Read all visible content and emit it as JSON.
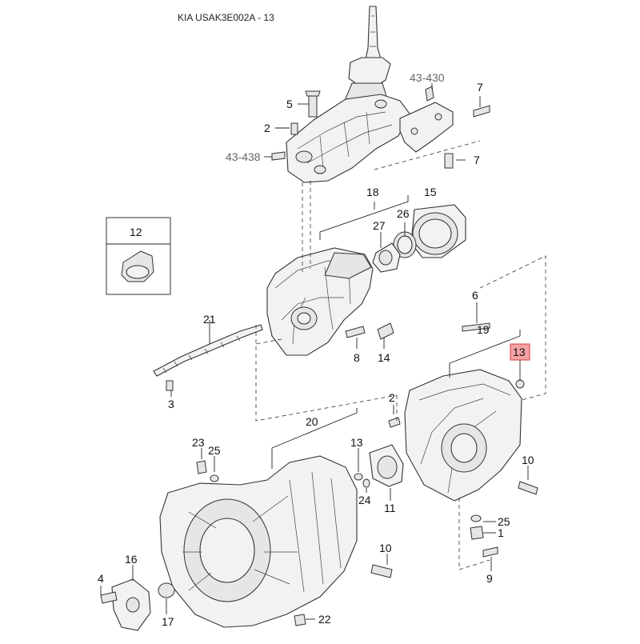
{
  "diagram": {
    "title": "KIA USAK3E002A - 13",
    "highlight_color": "#f4a3a3",
    "callouts": [
      {
        "id": "c-43-430",
        "text": "43-430",
        "ref": true
      },
      {
        "id": "c-7a",
        "text": "7"
      },
      {
        "id": "c-5",
        "text": "5"
      },
      {
        "id": "c-2a",
        "text": "2"
      },
      {
        "id": "c-43-438",
        "text": "43-438",
        "ref": true
      },
      {
        "id": "c-7b",
        "text": "7"
      },
      {
        "id": "c-18",
        "text": "18"
      },
      {
        "id": "c-15",
        "text": "15"
      },
      {
        "id": "c-27",
        "text": "27"
      },
      {
        "id": "c-26",
        "text": "26"
      },
      {
        "id": "c-12",
        "text": "12"
      },
      {
        "id": "c-6",
        "text": "6"
      },
      {
        "id": "c-19",
        "text": "19"
      },
      {
        "id": "c-13a",
        "text": "13",
        "highlight": true
      },
      {
        "id": "c-21",
        "text": "21"
      },
      {
        "id": "c-8",
        "text": "8"
      },
      {
        "id": "c-14",
        "text": "14"
      },
      {
        "id": "c-3",
        "text": "3"
      },
      {
        "id": "c-2b",
        "text": "2"
      },
      {
        "id": "c-20",
        "text": "20"
      },
      {
        "id": "c-23",
        "text": "23"
      },
      {
        "id": "c-25a",
        "text": "25"
      },
      {
        "id": "c-13b",
        "text": "13"
      },
      {
        "id": "c-10a",
        "text": "10"
      },
      {
        "id": "c-24",
        "text": "24"
      },
      {
        "id": "c-11",
        "text": "11"
      },
      {
        "id": "c-25b",
        "text": "25"
      },
      {
        "id": "c-1",
        "text": "1"
      },
      {
        "id": "c-16",
        "text": "16"
      },
      {
        "id": "c-10b",
        "text": "10"
      },
      {
        "id": "c-4",
        "text": "4"
      },
      {
        "id": "c-9",
        "text": "9"
      },
      {
        "id": "c-17",
        "text": "17"
      },
      {
        "id": "c-22",
        "text": "22"
      }
    ]
  }
}
